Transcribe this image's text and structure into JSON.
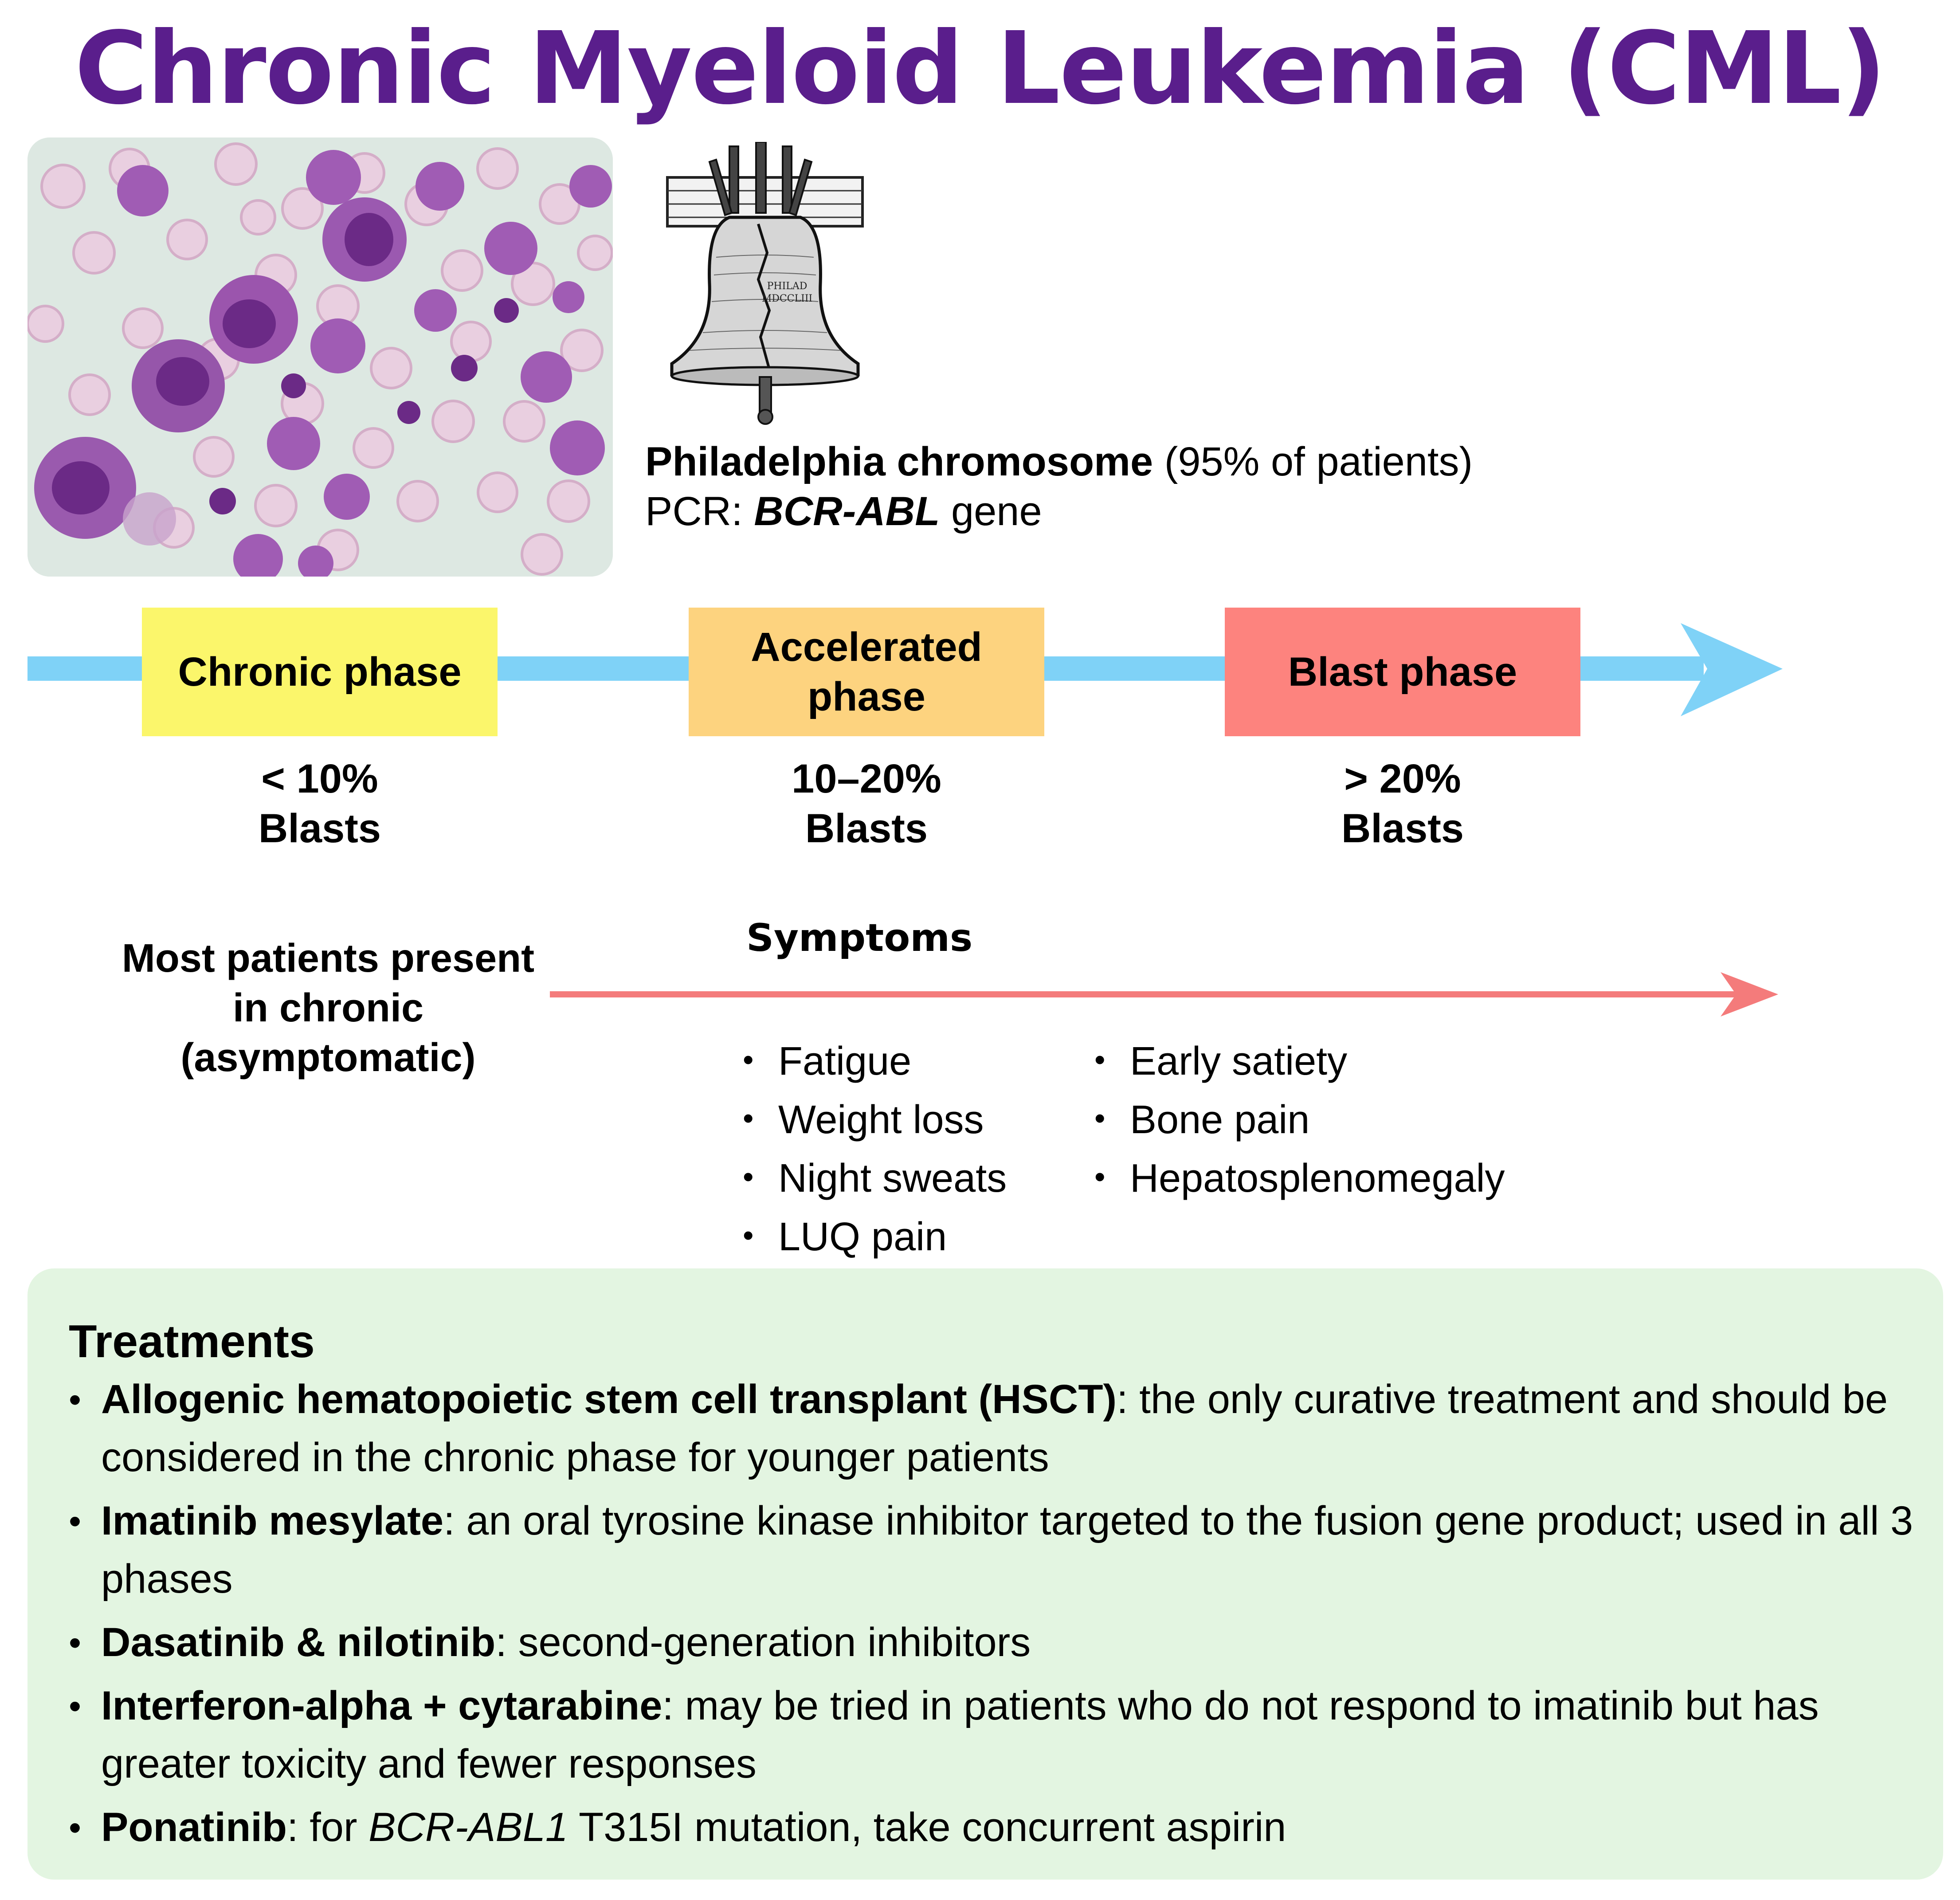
{
  "title": "Chronic Myeloid Leukemia (CML)",
  "philadelphia": {
    "bold": "Philadelphia chromosome",
    "paren": " (95% of patients)",
    "pcr_prefix": "PCR: ",
    "gene": "BCR-ABL",
    "gene_suffix": " gene"
  },
  "bell_inscription": {
    "line1": "PHILAD",
    "line2": "MDCCLIII"
  },
  "phases": [
    {
      "label": "Chronic phase",
      "blasts_value": "< 10%",
      "blasts_label": "Blasts",
      "color": "#fbf66b"
    },
    {
      "label": "Accelerated phase",
      "blasts_value": "10–20%",
      "blasts_label": "Blasts",
      "color": "#fdd37f"
    },
    {
      "label": "Blast phase",
      "blasts_value": "> 20%",
      "blasts_label": "Blasts",
      "color": "#fd837e"
    }
  ],
  "present_note": "Most patients present in chronic (asymptomatic)",
  "symptoms": {
    "title": "Symptoms",
    "col1": [
      "Fatigue",
      "Weight loss",
      "Night sweats",
      "LUQ pain"
    ],
    "col2": [
      "Early satiety",
      "Bone pain",
      "Hepatosplenomegaly"
    ]
  },
  "treatments": {
    "title": "Treatments",
    "items": [
      {
        "bold": "Allogenic hematopoietic stem cell transplant (HSCT)",
        "text": ": the only curative treatment and should be considered in the chronic phase for younger patients"
      },
      {
        "bold": "Imatinib mesylate",
        "text": ": an oral tyrosine kinase inhibitor targeted to the fusion gene product; used in all 3 phases"
      },
      {
        "bold": "Dasatinib & nilotinib",
        "text": ": second-generation inhibitors"
      },
      {
        "bold": "Interferon-alpha + cytarabine",
        "text": ": may be tried in patients who do not respond to imatinib but has greater toxicity and fewer responses"
      },
      {
        "bold": "Ponatinib",
        "text": ": for ",
        "italic": "BCR-ABL1",
        "text2": " T315I mutation, take concurrent aspirin"
      }
    ]
  },
  "colors": {
    "title": "#5a1e8c",
    "timeline_arrow": "#7fd2f7",
    "symptom_arrow": "#f47b7b",
    "treatment_bg": "#e3f5e1"
  }
}
